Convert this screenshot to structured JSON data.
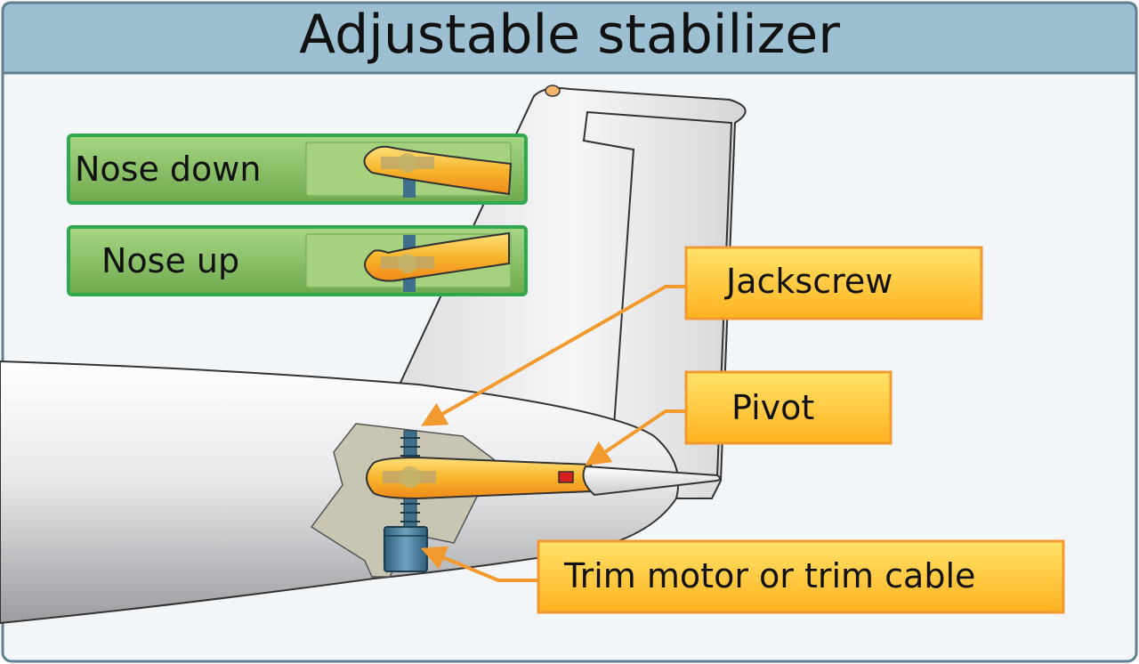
{
  "title": "Adjustable stabilizer",
  "insets": [
    {
      "label": "Nose down"
    },
    {
      "label": "Nose up"
    }
  ],
  "callouts": [
    {
      "label": "Jackscrew"
    },
    {
      "label": "Pivot"
    },
    {
      "label": "Trim motor or trim cable"
    }
  ],
  "colors": {
    "header_bg": "#9dbfd2",
    "panel_bg": "#f3f6f9",
    "border": "#5f7f93",
    "green_box": "#8dc66b",
    "green_border": "#2fa84f",
    "callout_fill": "#ffc83a",
    "callout_border": "#f29a2e",
    "arrow": "#f29a2e",
    "stabilizer": "#f7b52b",
    "pivot_marker": "#d62020"
  }
}
